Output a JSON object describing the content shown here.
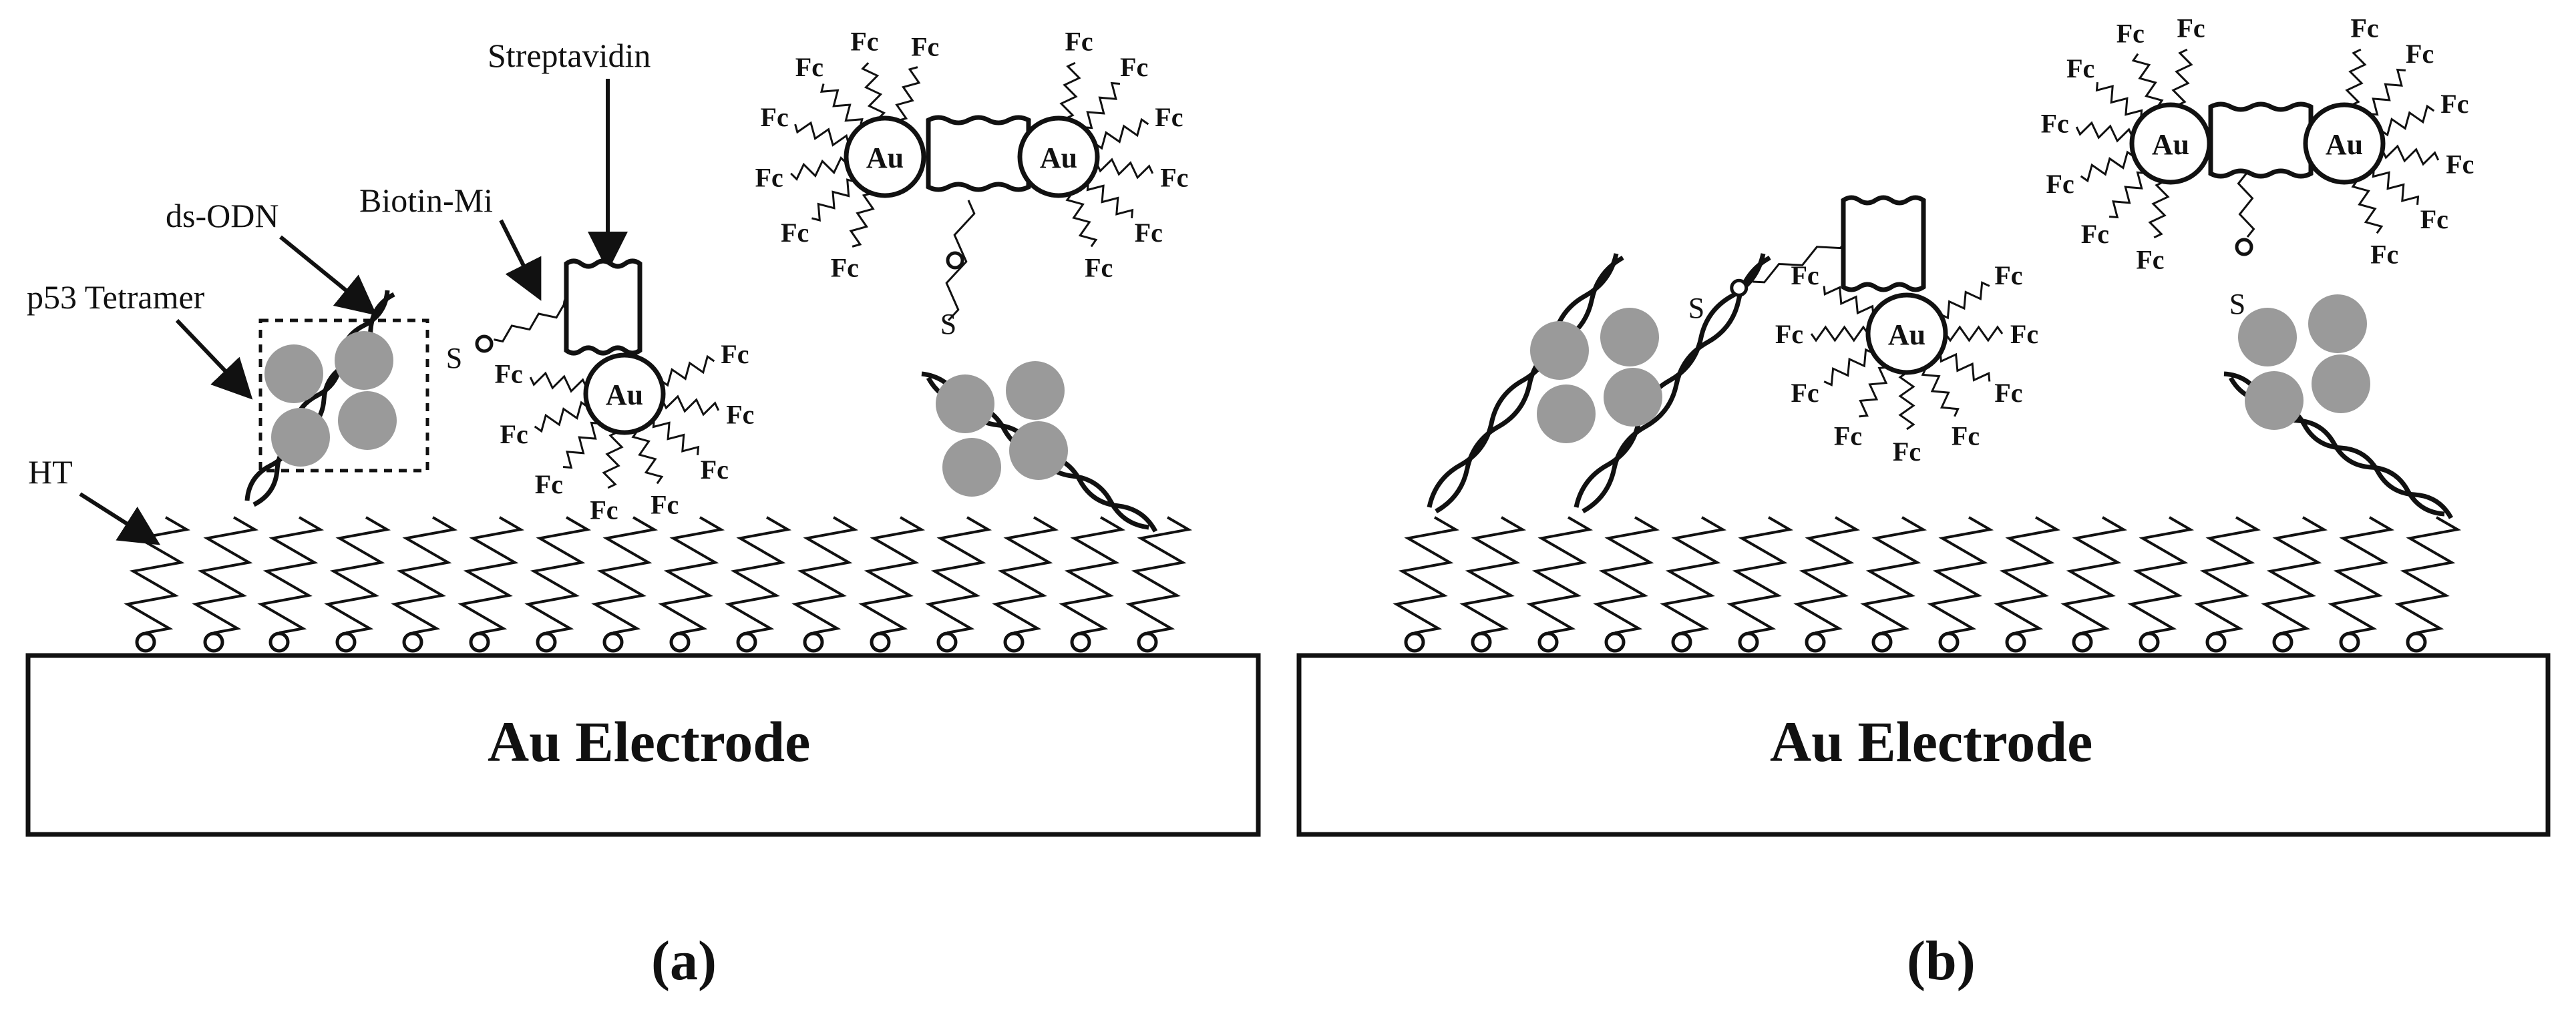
{
  "panels": [
    {
      "id": "a",
      "panel_label": "(a)",
      "electrode_label": "Au Electrode",
      "labels": {
        "streptavidin": "Streptavidin",
        "ds_odn": "ds-ODN",
        "biotin_mi": "Biotin-Mi",
        "p53_tetramer": "p53 Tetramer",
        "ht": "HT"
      }
    },
    {
      "id": "b",
      "panel_label": "(b)",
      "electrode_label": "Au Electrode"
    }
  ],
  "glyphs": {
    "gold": "Au",
    "ferrocene": "Fc",
    "sulfur": "S"
  },
  "colors": {
    "line": "#111111",
    "protein": "#9a9a9a",
    "background": "#ffffff"
  }
}
